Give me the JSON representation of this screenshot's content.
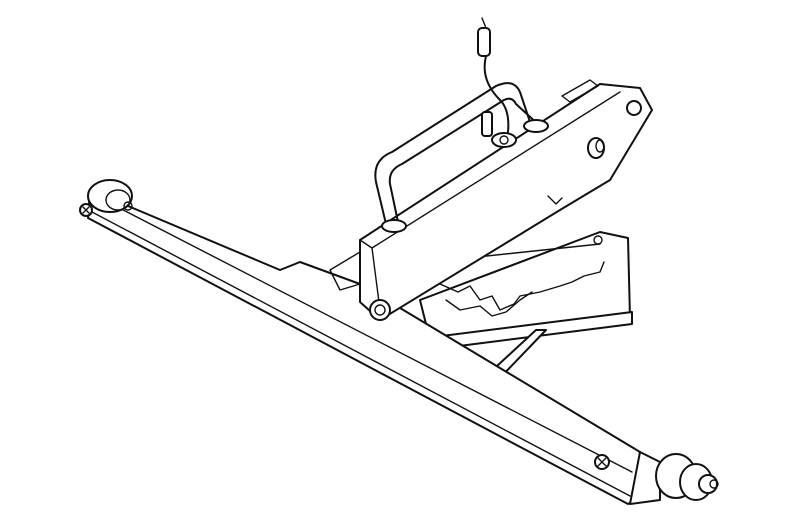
{
  "figure": {
    "kind": "technical-line-drawing",
    "subject": "mounting bracket assembly with carry handle",
    "background_color": "#ffffff",
    "line_color": "#111111",
    "parts": [
      "main-crossbar",
      "left-end-roller",
      "right-end-roller",
      "carry-handle",
      "handle-plate",
      "notched-angle-bracket",
      "support-strut",
      "ground-wire-with-ferrule",
      "pivot-bolt",
      "locating-pin"
    ]
  }
}
